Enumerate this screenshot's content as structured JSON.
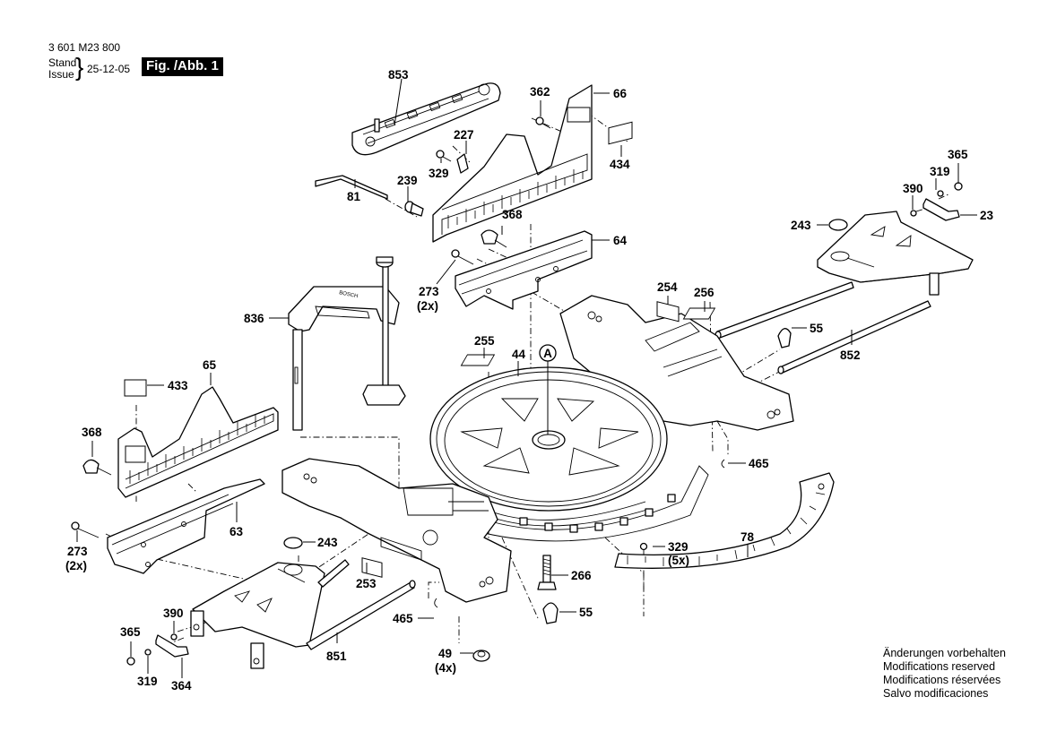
{
  "header": {
    "document_number": "3 601 M23 800",
    "stand_label": "Stand",
    "issue_label": "Issue",
    "date": "25-12-05",
    "figure_label": "Fig. /Abb. 1"
  },
  "notice": [
    "Änderungen vorbehalten",
    "Modifications reserved",
    "Modifications réservées",
    "Salvo modificaciones"
  ],
  "reference_marker": "A",
  "parts": {
    "p853": "853",
    "p362": "362",
    "p66": "66",
    "p227": "227",
    "p329_top": "329",
    "p434": "434",
    "p81": "81",
    "p239": "239",
    "p368_top": "368",
    "p64": "64",
    "p273_top": "273",
    "p273_top_qty": "(2x)",
    "p365_right": "365",
    "p319_right": "319",
    "p390_right": "390",
    "p23": "23",
    "p243_right": "243",
    "p836": "836",
    "p254": "254",
    "p256": "256",
    "p55_right": "55",
    "p852": "852",
    "p255": "255",
    "p44": "44",
    "p65": "65",
    "p433": "433",
    "p368_left": "368",
    "p465_right": "465",
    "p63": "63",
    "p273_left": "273",
    "p273_left_qty": "(2x)",
    "p243_left": "243",
    "p78": "78",
    "p329_bottom": "329",
    "p329_bottom_qty": "(5x)",
    "p266": "266",
    "p253": "253",
    "p55_bottom": "55",
    "p390_left": "390",
    "p465_left": "465",
    "p365_left": "365",
    "p851": "851",
    "p49": "49",
    "p49_qty": "(4x)",
    "p319_left": "319",
    "p364": "364"
  }
}
